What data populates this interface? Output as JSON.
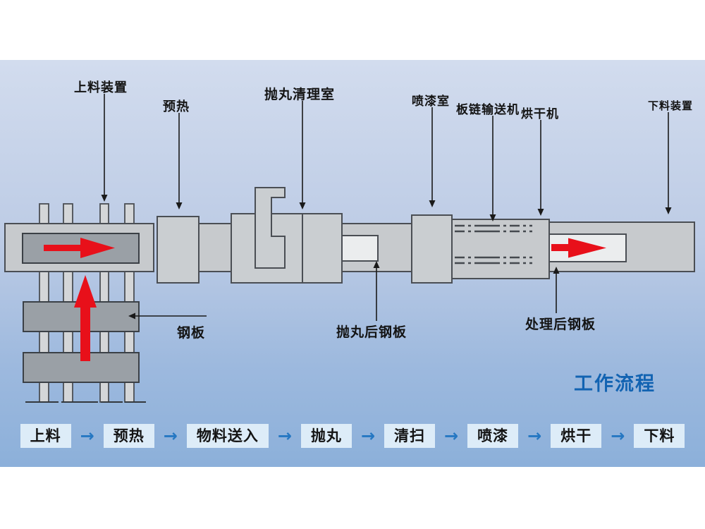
{
  "diagram": {
    "callouts": {
      "loading_device": "上料装置",
      "preheat": "预热",
      "blast_room": "抛丸清理室",
      "paint_room": "喷漆室",
      "chain_conveyor": "板链输送机",
      "dryer": "烘干机",
      "unloading_device": "下料装置",
      "steel_plate": "钢板",
      "blasted_plate": "抛丸后钢板",
      "treated_plate": "处理后钢板"
    },
    "workflow_title": "工作流程"
  },
  "flow": {
    "steps": [
      "上料",
      "预热",
      "物料送入",
      "抛丸",
      "清扫",
      "喷漆",
      "烘干",
      "下料"
    ],
    "arrow": "→"
  },
  "colors": {
    "background_top": "#d2dcee",
    "background_bottom": "#8cb0da",
    "machine_fill": "#c7cacd",
    "machine_border": "#4a4e54",
    "dark_plate": "#9aa0a6",
    "white_plate": "#ebedee",
    "red_arrow": "#e8101a",
    "flow_box_fill": "#ddecf8",
    "flow_arrow_blue": "#2577c2",
    "workflow_title_blue": "#1263b2"
  }
}
